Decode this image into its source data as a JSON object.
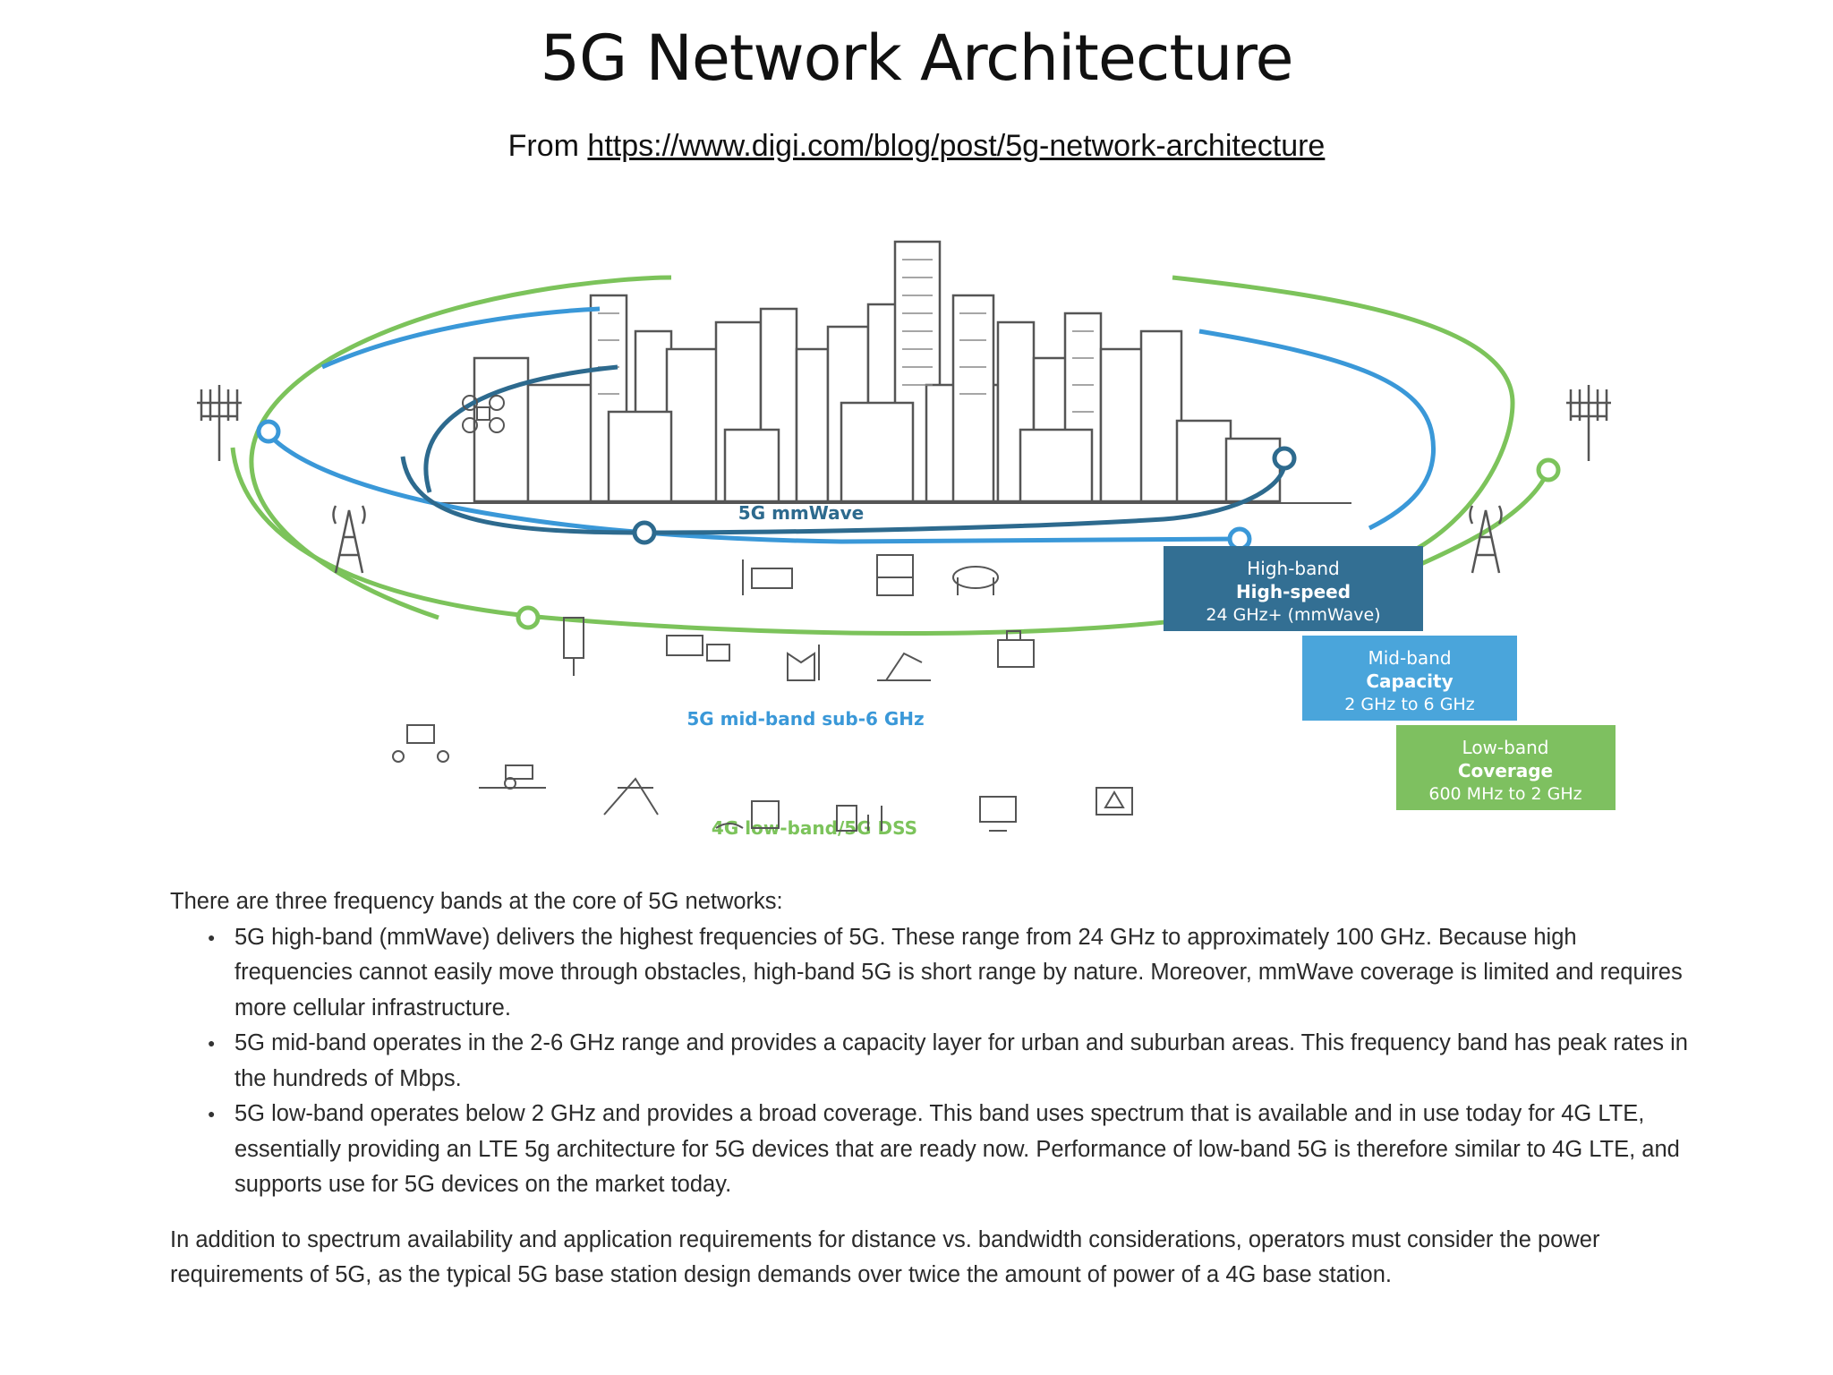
{
  "title": "5G Network Architecture",
  "source": {
    "prefix": "From ",
    "url": "https://www.digi.com/blog/post/5g-network-architecture"
  },
  "diagram": {
    "rings": [
      {
        "id": "mmwave",
        "label": "5G mmWave",
        "color": "#2d6a8e"
      },
      {
        "id": "mid",
        "label": "5G mid-band sub-6 GHz",
        "color": "#3a98d8"
      },
      {
        "id": "low",
        "label": "4G low-band/5G DSS",
        "color": "#7cc35b"
      }
    ],
    "callouts": [
      {
        "line1": "High-band",
        "line2": "High-speed",
        "line3": "24 GHz+ (mmWave)",
        "color": "#336f93"
      },
      {
        "line1": "Mid-band",
        "line2": "Capacity",
        "line3": "2 GHz to 6 GHz",
        "color": "#4aa5db"
      },
      {
        "line1": "Low-band",
        "line2": "Coverage",
        "line3": "600 MHz to 2 GHz",
        "color": "#7ec060"
      }
    ]
  },
  "text": {
    "intro": "There are three frequency bands at the core of 5G networks:",
    "bullets": [
      "5G high-band (mmWave) delivers the highest frequencies of 5G. These range from 24 GHz to approximately 100 GHz. Because high frequencies cannot easily move through obstacles, high-band 5G is short range by nature. Moreover, mmWave coverage is limited and requires more cellular infrastructure.",
      "5G mid-band operates in the 2-6 GHz range and provides a capacity layer for urban and suburban areas. This frequency band has peak rates in the hundreds of Mbps.",
      "5G low-band operates below 2 GHz and provides a broad coverage. This band uses spectrum that is available and in use today for 4G LTE, essentially providing an LTE 5g architecture for 5G devices that are ready now. Performance of low-band 5G is therefore similar to 4G LTE, and supports use for 5G devices on the market today."
    ],
    "closing": "In addition to spectrum availability and application requirements for distance vs. bandwidth considerations, operators must consider the power requirements of 5G, as the typical 5G base station design demands over twice the amount of power of a 4G base station."
  }
}
